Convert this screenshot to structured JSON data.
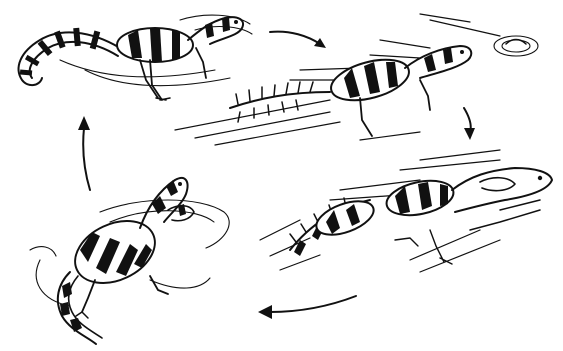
{
  "illustration": {
    "colors": {
      "ink": "#111111",
      "paper": "#ffffff"
    },
    "panels": [
      {
        "id": "wading",
        "icon": "wading-animal-icon"
      },
      {
        "id": "leaping",
        "icon": "leaping-animal-icon"
      },
      {
        "id": "gliding",
        "icon": "gliding-animal-icon"
      },
      {
        "id": "surfacing",
        "icon": "surfacing-animal-icon"
      }
    ],
    "arrows": [
      {
        "direction": "clockwise",
        "icon": "curved-arrow-icon"
      },
      {
        "direction": "clockwise",
        "icon": "curved-arrow-icon"
      },
      {
        "direction": "clockwise",
        "icon": "curved-arrow-icon"
      },
      {
        "direction": "clockwise",
        "icon": "curved-arrow-icon"
      }
    ]
  }
}
